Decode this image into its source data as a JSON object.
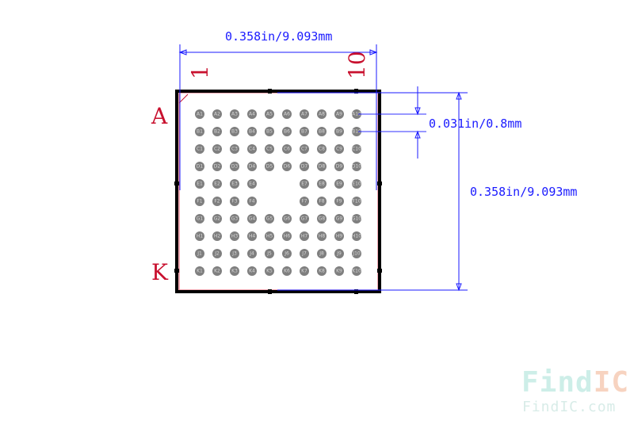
{
  "dimensions": {
    "width": "0.358in/9.093mm",
    "height": "0.358in/9.093mm",
    "pitch": "0.031in/0.8mm"
  },
  "pin_labels": {
    "col_first": "1",
    "col_last": "10",
    "row_first": "A",
    "row_last": "K"
  },
  "grid": {
    "rows": [
      "A",
      "B",
      "C",
      "D",
      "E",
      "F",
      "G",
      "H",
      "J",
      "K"
    ],
    "columns": [
      "1",
      "2",
      "3",
      "4",
      "5",
      "6",
      "7",
      "8",
      "9",
      "10"
    ],
    "missing": [
      "E5",
      "E6",
      "F5",
      "F6"
    ]
  },
  "colors": {
    "outline": "#000000",
    "dimension": "#1a1aff",
    "pin_label": "#c8102e",
    "ball": "#7f7f7f",
    "courtyard": "#e87080"
  },
  "watermark": {
    "logo_a": "Find",
    "logo_b": "IC",
    "url": "FindIC.com"
  }
}
